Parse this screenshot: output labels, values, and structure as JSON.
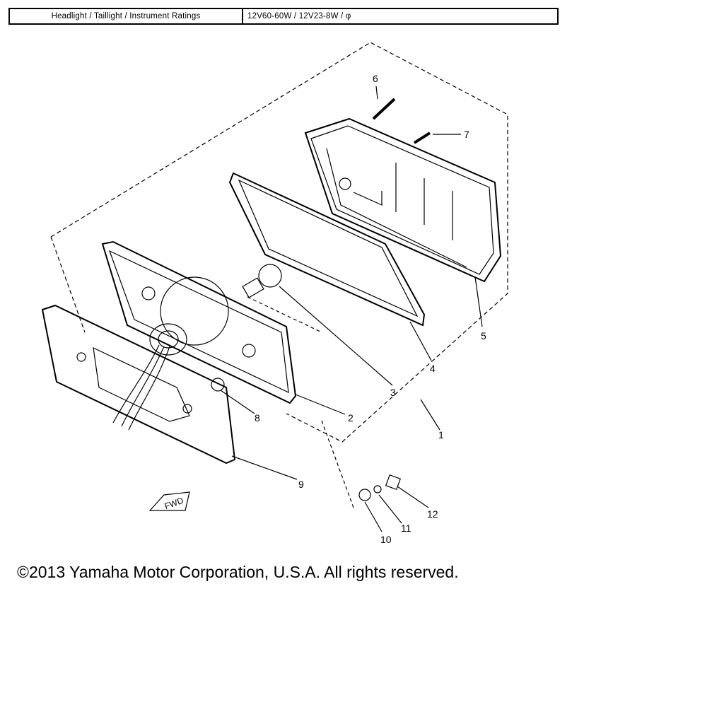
{
  "ratings": {
    "label": "Headlight / Taillight / Instrument Ratings",
    "value": "12V60-60W / 12V23-8W / φ"
  },
  "diagram": {
    "callouts": [
      "1",
      "2",
      "3",
      "4",
      "5",
      "6",
      "7",
      "8",
      "9",
      "10",
      "11",
      "12"
    ],
    "fwd_label": "FWD"
  },
  "copyright": "©2013 Yamaha Motor Corporation, U.S.A. All rights reserved."
}
